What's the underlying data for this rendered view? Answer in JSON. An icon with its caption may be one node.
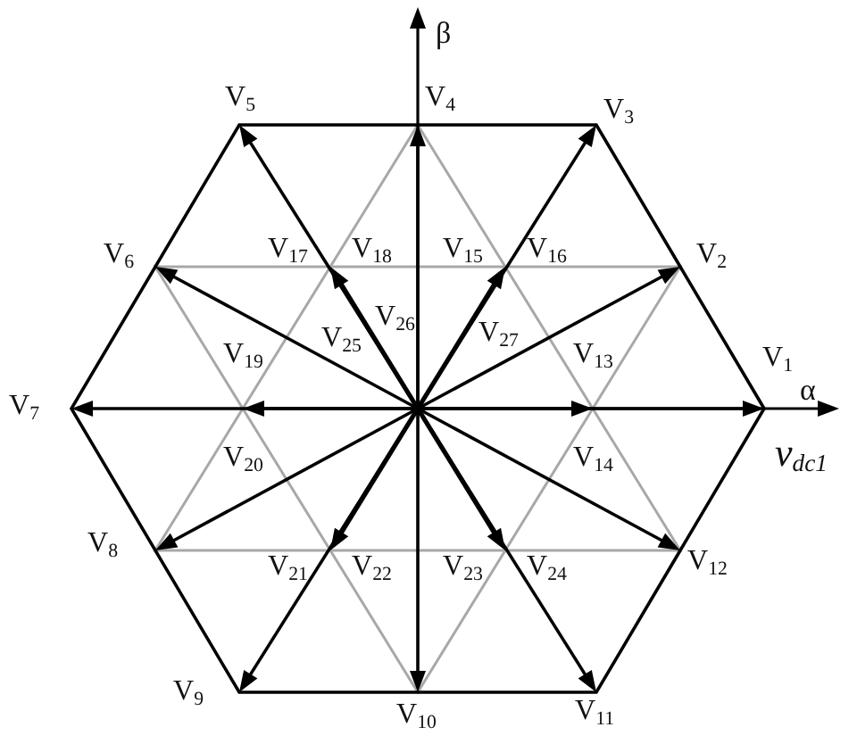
{
  "diagram": {
    "labels": [
      "β",
      "V$_{5}$",
      "V$_{4}$",
      "V$_{3}$",
      "V$_{6}$",
      "V$_{17}$",
      "V$_{18}$",
      "V$_{15}$",
      "V$_{16}$",
      "V$_{2}$",
      "V$_{19}$",
      "V$_{25}$",
      "V$_{26}$",
      "V$_{27}$",
      "V$_{13}$",
      "V$_{1}$",
      "V$_{7}$",
      "α",
      "V$_{20}$",
      "V$_{14}$",
      "v$_{dc1}$",
      "V$_{8}$",
      "V$_{21}$",
      "V$_{22}$",
      "V$_{23}$",
      "V$_{24}$",
      "V$_{12}$",
      "V$_{9}$",
      "V$_{10}$",
      "V$_{11}$"
    ]
  }
}
